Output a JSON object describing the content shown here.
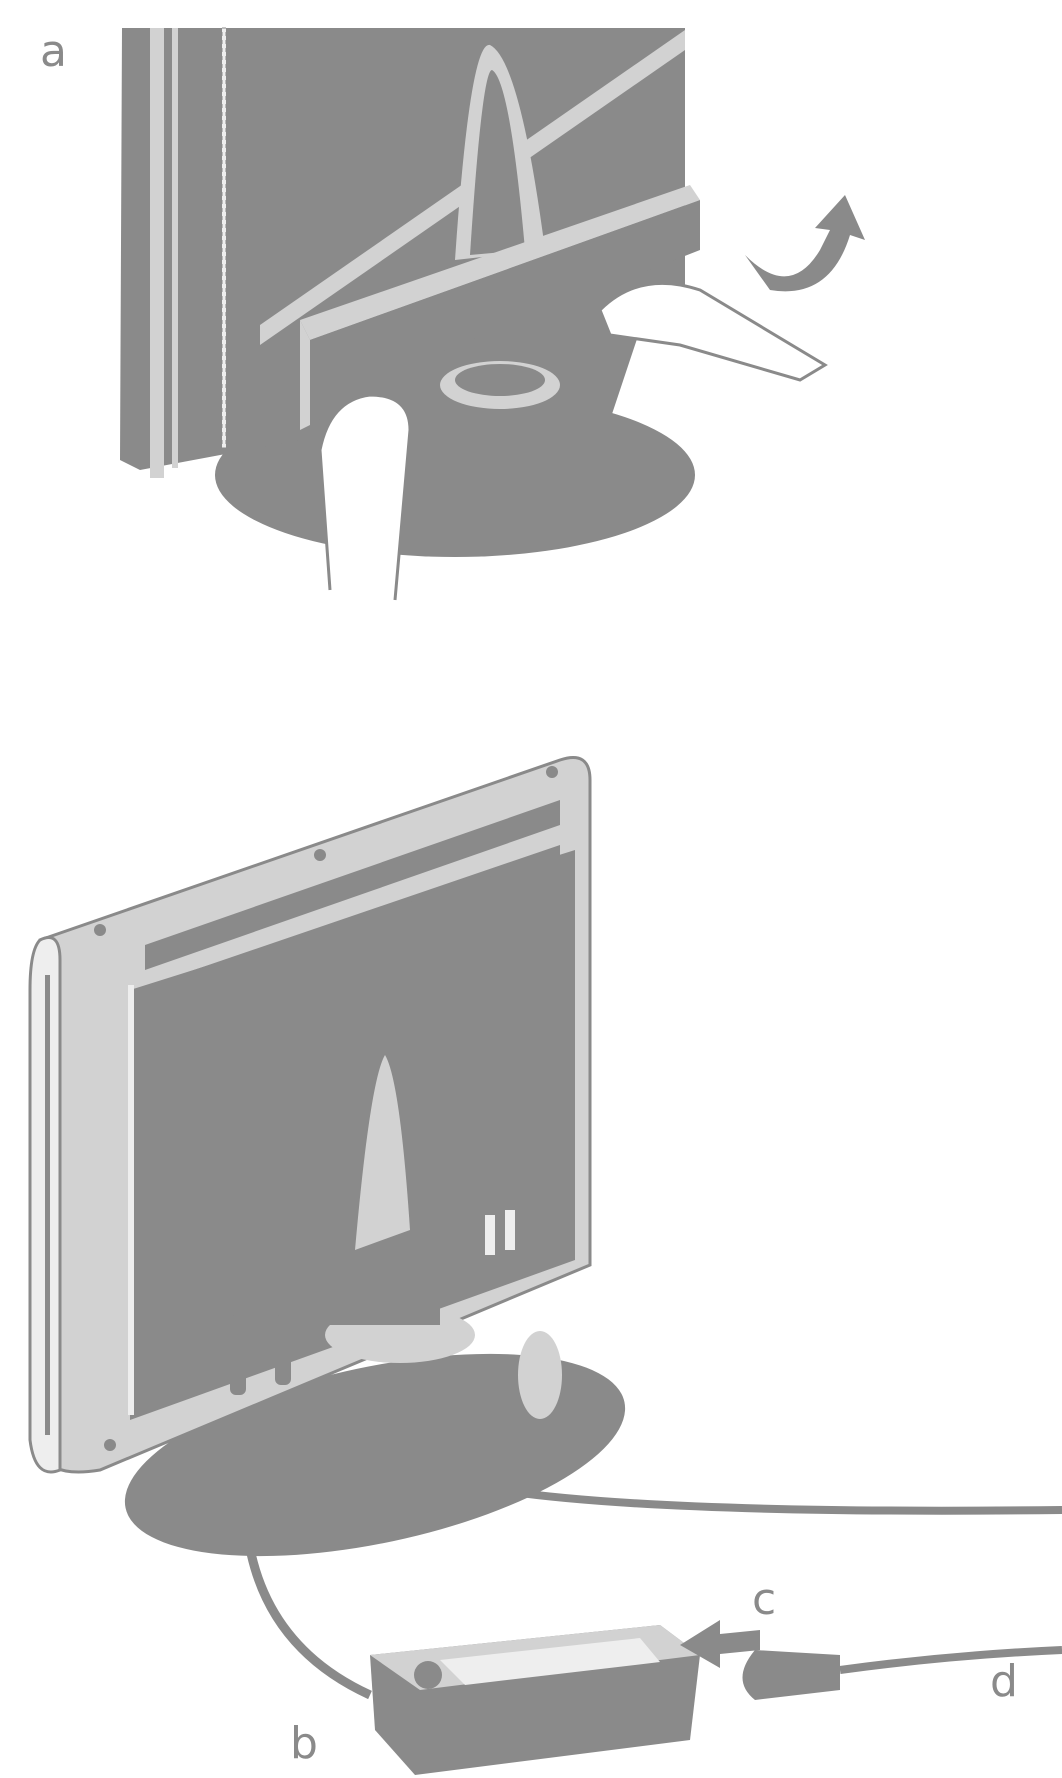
{
  "labels": {
    "a": "a",
    "b": "b",
    "c": "c",
    "d": "d"
  },
  "colors": {
    "body": "#8a8a8a",
    "light": "#d2d2d2",
    "highlight": "#eeeeee",
    "background": "#ffffff"
  }
}
